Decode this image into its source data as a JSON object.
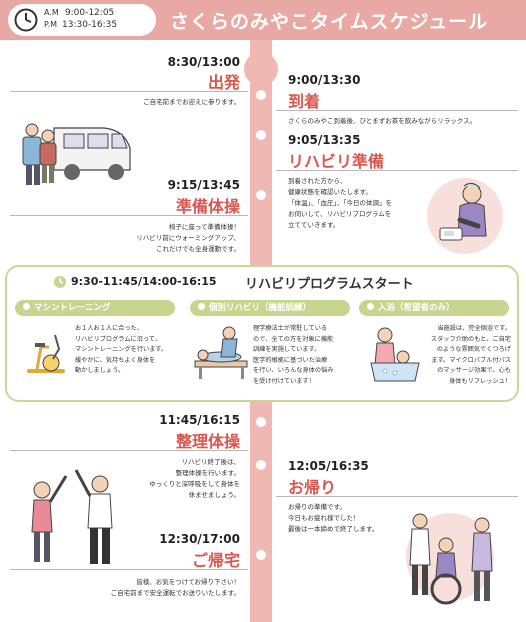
{
  "header": {
    "am_label": "A.M",
    "am_hours": "9:00-12:05",
    "pm_label": "P.M",
    "pm_hours": "13:30-16:35",
    "title": "さくらのみやこタイムスケジュール"
  },
  "schedule": {
    "departure": {
      "time": "8:30/13:00",
      "title": "出発",
      "lines": [
        "ご自宅前までお迎えに参ります。"
      ]
    },
    "arrival": {
      "time": "9:00/13:30",
      "title": "到着",
      "lines": [
        "さくらのみやこ到着後、ひとまずお茶を飲みながらリラックス。"
      ]
    },
    "rehab_prep": {
      "time": "9:05/13:35",
      "title": "リハビリ準備",
      "lines": [
        "到着された方から、",
        "健康状態を確認いたします。",
        "「体温」、「血圧」、「今日の体調」を",
        "お伺いして、リハビリプログラムを",
        "立てていきます。"
      ]
    },
    "warmup": {
      "time": "9:15/13:45",
      "title": "準備体操",
      "lines": [
        "椅子に座って準備体操！",
        "リハビリ前にウォーミングアップ、",
        "これだけでも全身運動です。"
      ]
    },
    "cooldown": {
      "time": "11:45/16:15",
      "title": "整理体操",
      "lines": [
        "リハビリ終了後は、",
        "整理体操を行います。",
        "ゆっくりと深呼吸をして身体を",
        "休ませましょう。"
      ]
    },
    "going_home": {
      "time": "12:05/16:35",
      "title": "お帰り",
      "lines": [
        "お帰りの準備です。",
        "今日もお疲れ様でした！",
        "最後は一本締めで終了します。"
      ]
    },
    "home_arrival": {
      "time": "12:30/17:00",
      "title": "ご帰宅",
      "lines": [
        "皆様、お気をつけてお帰り下さい！",
        "ご自宅前まで安全運転でお送りいたします。"
      ]
    }
  },
  "program": {
    "time": "9:30-11:45/14:00-16:15",
    "title": "リハビリプログラムスタート",
    "items": [
      {
        "label": "マシントレーニング",
        "lines": [
          "お１人お１人に合った、",
          "リハビリプログラムに沿って、",
          "マシントレーニングを行います。",
          "緩やかに、気持ちよく身体を",
          "動かしましょう。"
        ]
      },
      {
        "label": "個別リハビリ（機能訓練）",
        "lines": [
          "理学療法士が常駐している",
          "ので、全ての方を対象に機能",
          "訓練を実施しています。",
          "医学的根拠に基づいた治療",
          "を行い、いろんな身体の悩み",
          "を受け付けています！"
        ]
      },
      {
        "label": "入浴（希望者のみ）",
        "lines": [
          "当施設は、完全個浴です。",
          "スタッフ介助のもと、ご自宅",
          "のような雰囲気でくつろげ",
          "ます。マイクロバブル付バス",
          "のマッサージ効果で、心も",
          "身体もリフレッシュ！"
        ]
      }
    ]
  },
  "colors": {
    "accent": "#e8a8a3",
    "heading": "#d9574f",
    "program_green": "#c6d68e"
  },
  "icons": [
    "clock-icon",
    "van-illustration",
    "bp-monitor-illustration",
    "exercise-bike-icon",
    "therapy-illustration",
    "bath-illustration",
    "stretching-illustration",
    "wheelchair-illustration"
  ]
}
